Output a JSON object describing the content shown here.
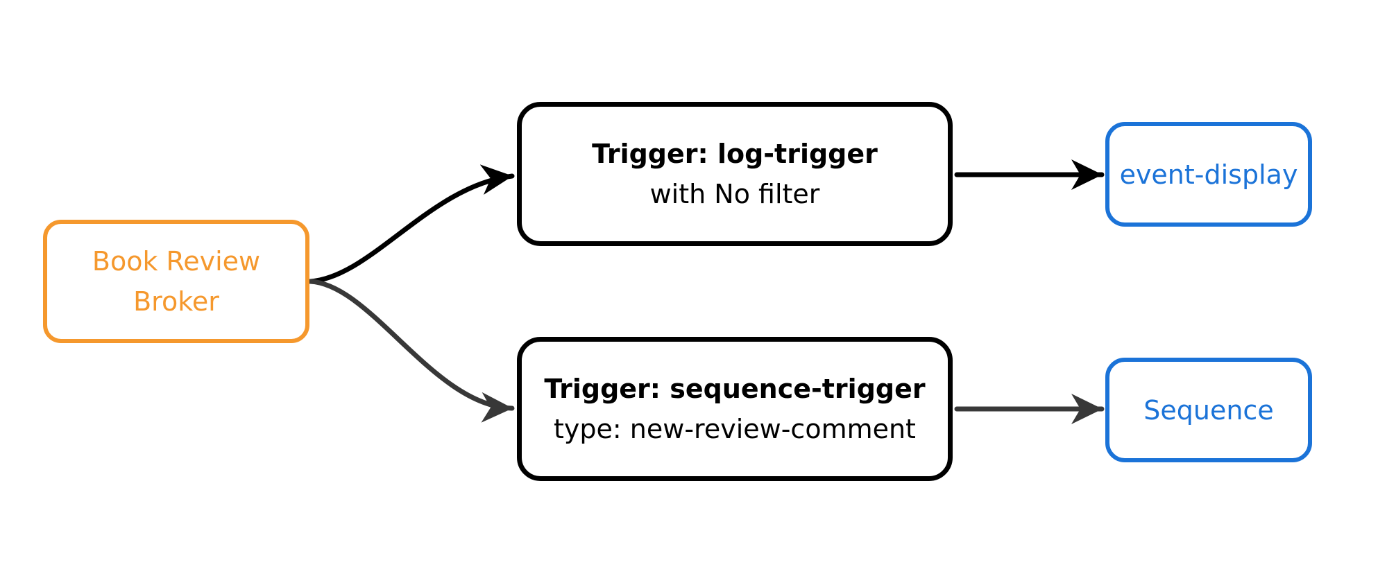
{
  "diagram": {
    "type": "flowchart",
    "direction": "left-to-right",
    "nodes": {
      "broker": {
        "label": "Book Review Broker"
      },
      "log_trigger": {
        "title": "Trigger: log-trigger",
        "subtitle": "with No filter"
      },
      "sequence_trigger": {
        "title": "Trigger: sequence-trigger",
        "subtitle": "type: new-review-comment"
      },
      "event_display": {
        "label": "event-display"
      },
      "sequence": {
        "label": "Sequence"
      }
    },
    "edges": [
      {
        "from": "Book Review Broker",
        "to": "Trigger: log-trigger",
        "shape": "s-curve",
        "color": "#000000"
      },
      {
        "from": "Book Review Broker",
        "to": "Trigger: sequence-trigger",
        "shape": "s-curve",
        "color": "#383838"
      },
      {
        "from": "Trigger: log-trigger",
        "to": "event-display",
        "shape": "straight",
        "color": "#000000"
      },
      {
        "from": "Trigger: sequence-trigger",
        "to": "Sequence",
        "shape": "straight",
        "color": "#383838"
      }
    ],
    "colors": {
      "broker_orange": "#F5982D",
      "endpoint_blue": "#1B73D8",
      "trigger_border": "#000000",
      "edge_black": "#000000",
      "edge_gray": "#383838",
      "background": "#FFFFFF"
    }
  }
}
